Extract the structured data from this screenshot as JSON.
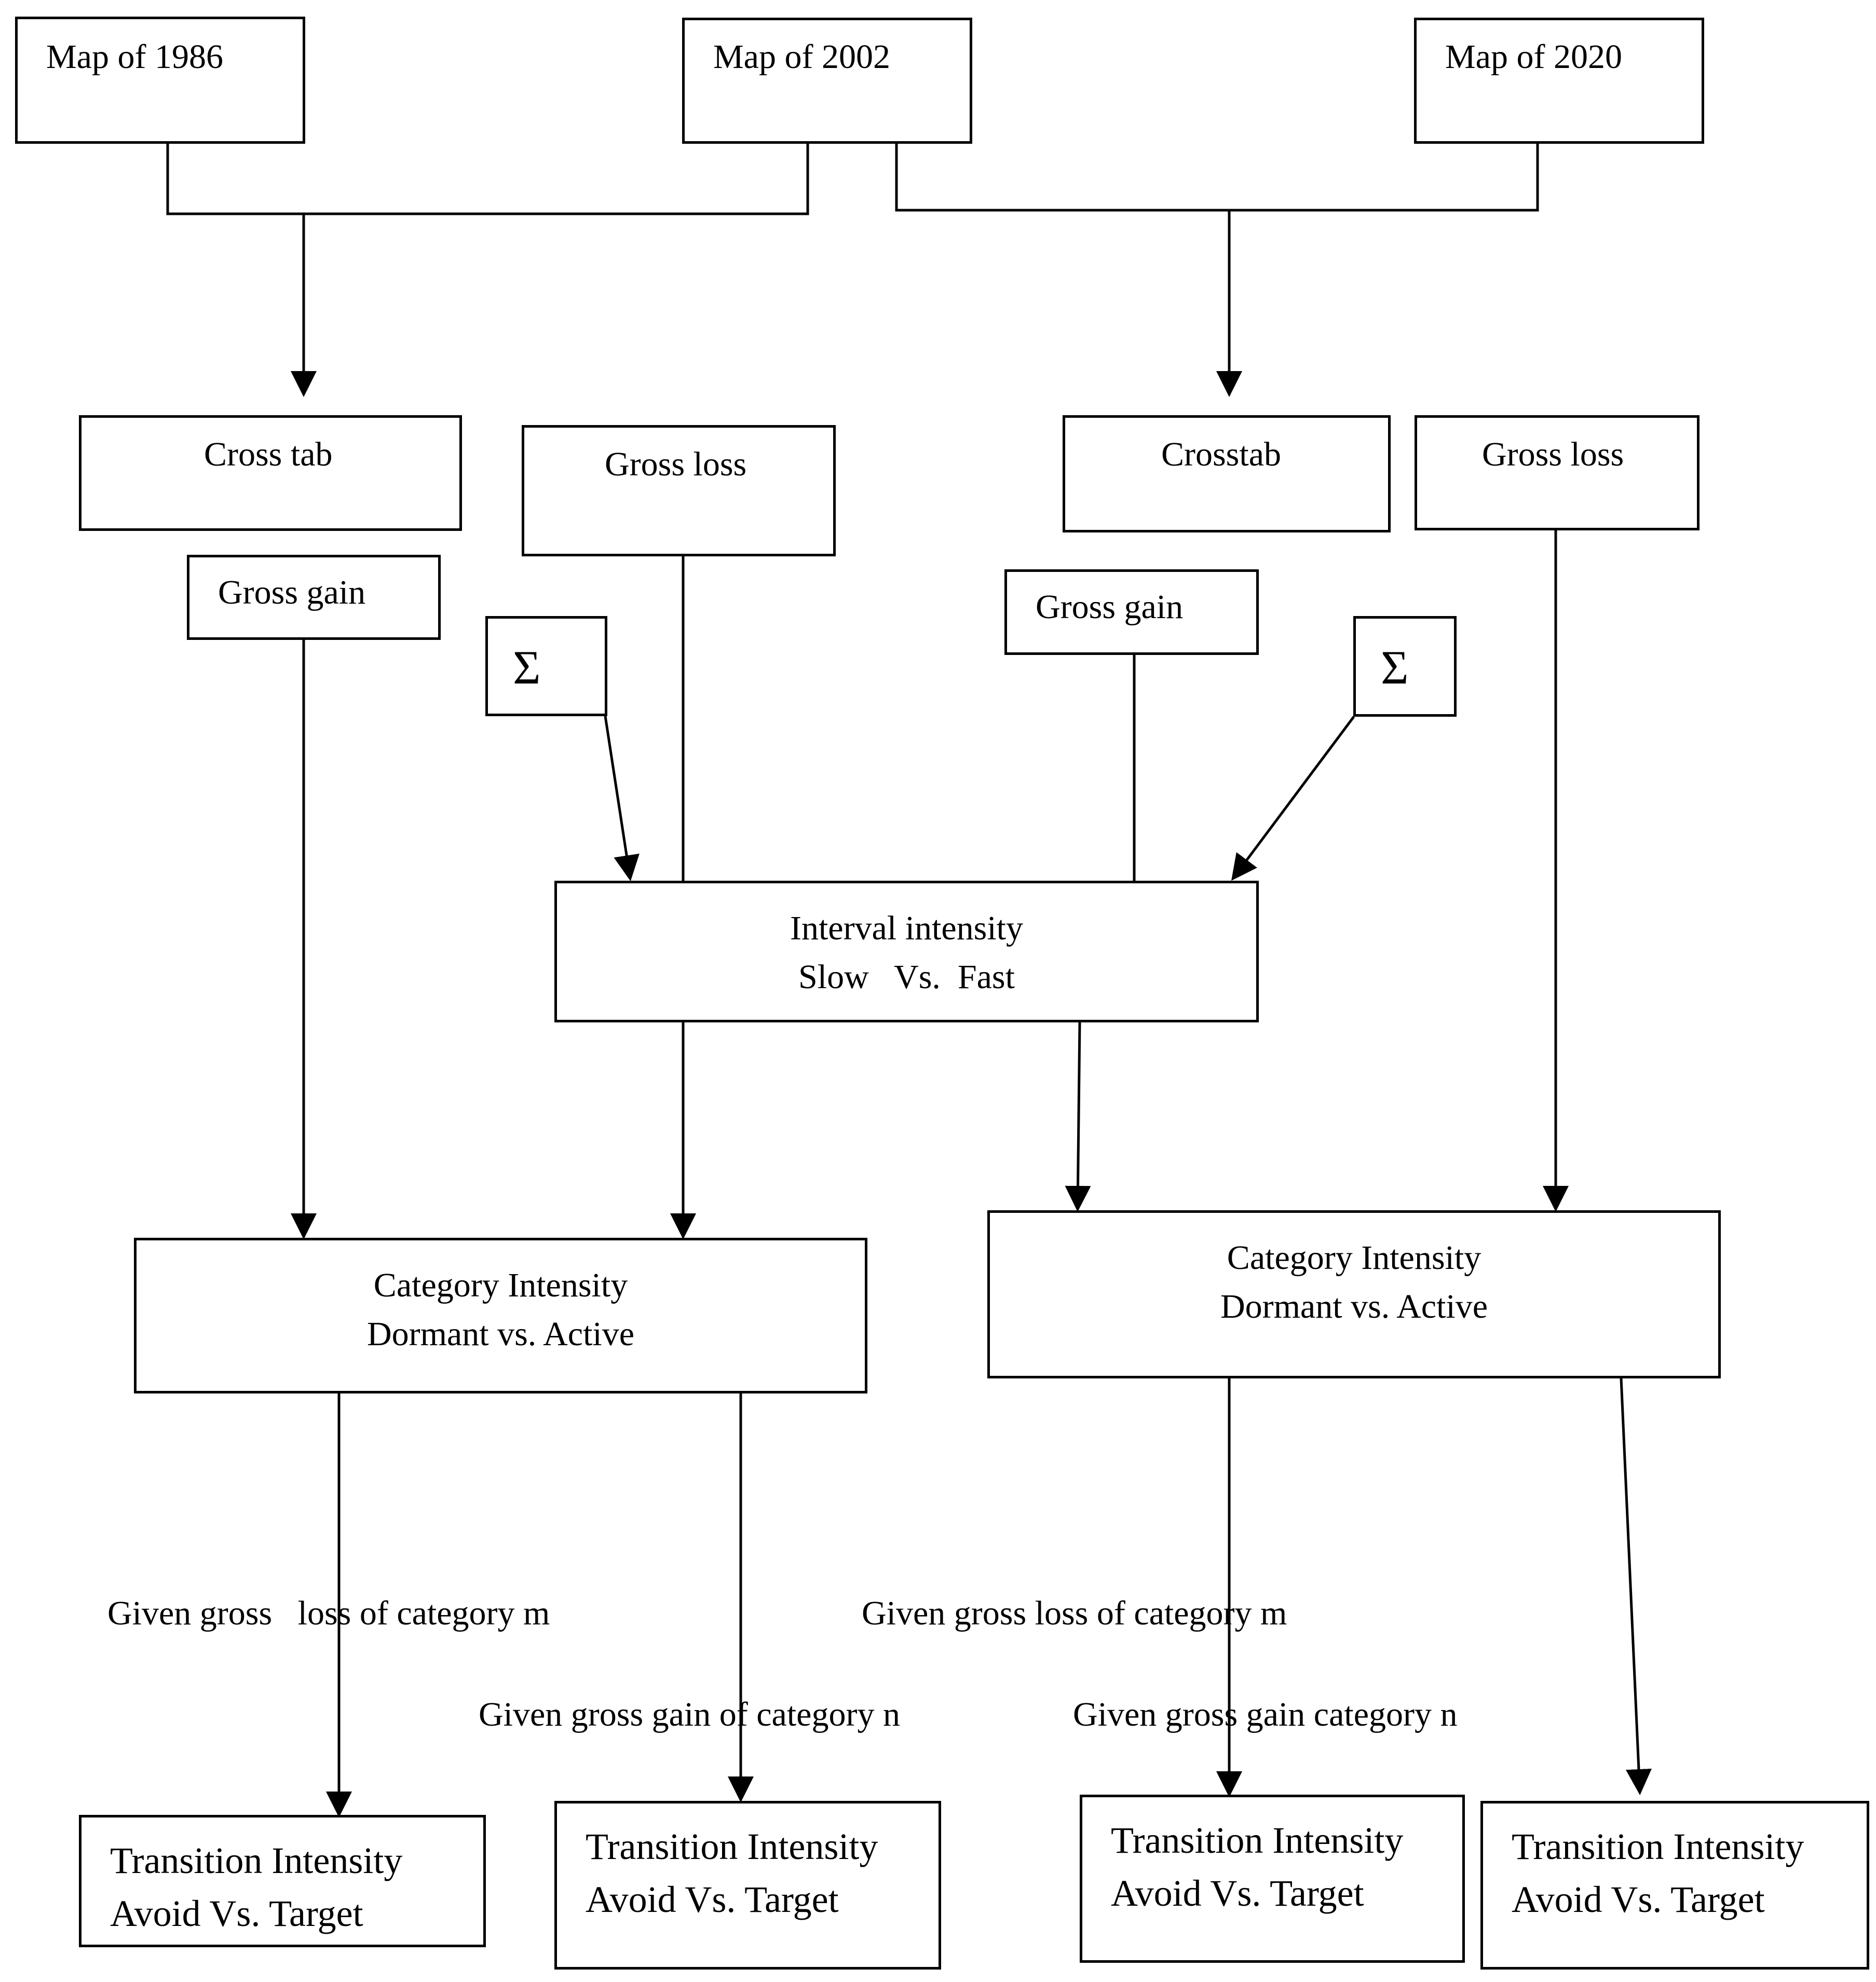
{
  "maps": {
    "m1986": "Map of 1986",
    "m2002": "Map of 2002",
    "m2020": "Map of 2020"
  },
  "period1": {
    "crosstab": "Cross tab",
    "gross_loss": "Gross loss",
    "gross_gain": "Gross gain",
    "sigma": "Σ"
  },
  "period2": {
    "crosstab": "Crosstab",
    "gross_loss": "Gross loss",
    "gross_gain": "Gross gain",
    "sigma": "Σ"
  },
  "interval": {
    "line1": "Interval intensity",
    "line2": "Slow   Vs.  Fast"
  },
  "category_left": {
    "line1": "Category Intensity",
    "line2": "Dormant vs. Active"
  },
  "category_right": {
    "line1": "Category Intensity",
    "line2": "Dormant vs. Active"
  },
  "annotations": {
    "loss_left": "Given gross   loss of category m",
    "gain_left": "Given gross gain of category n",
    "loss_right": "Given gross loss of category m",
    "gain_right": "Given gross gain category n"
  },
  "transitions": [
    {
      "line1": "Transition Intensity",
      "line2": "Avoid Vs. Target"
    },
    {
      "line1": "Transition Intensity",
      "line2": "Avoid Vs. Target"
    },
    {
      "line1": "Transition Intensity",
      "line2": "Avoid Vs. Target"
    },
    {
      "line1": "Transition Intensity",
      "line2": "Avoid Vs. Target"
    }
  ]
}
